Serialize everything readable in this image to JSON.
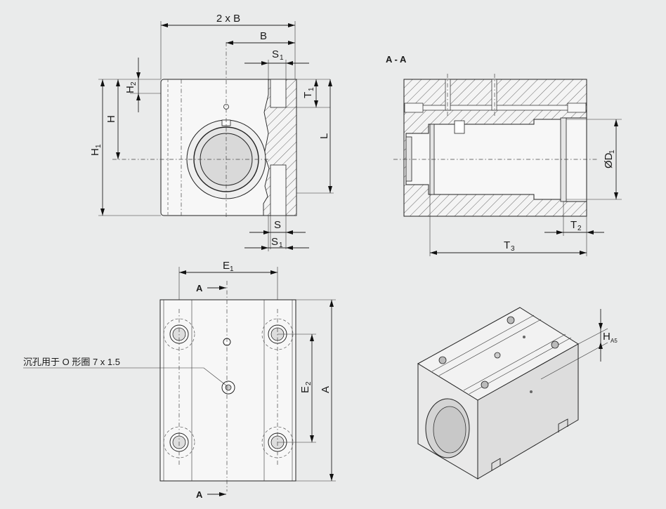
{
  "labels": {
    "two_b": "2 x B",
    "b": "B",
    "s1_top_main": "S",
    "s1_top_sub": "1",
    "t1_main": "T",
    "t1_sub": "1",
    "h2_main": "H",
    "h2_sub": "2",
    "h": "H",
    "h1_main": "H",
    "h1_sub": "1",
    "l": "L",
    "s": "S",
    "s1_bot_main": "S",
    "s1_bot_sub": "1",
    "section_title": "A - A",
    "d1_main": "ØD",
    "d1_sub": "1",
    "t2_main": "T",
    "t2_sub": "2",
    "t3_main": "T",
    "t3_sub": "3",
    "e1_main": "E",
    "e1_sub": "1",
    "e2_main": "E",
    "e2_sub": "2",
    "a": "A",
    "section_a_top": "A",
    "section_a_bottom": "A",
    "ha5_main": "H",
    "ha5_sub": "A5",
    "oring_note": "沉孔用于 O 形圈 7 x 1.5"
  },
  "colors": {
    "background": "#eaebeb",
    "part_fill": "#f7f7f7",
    "line": "#222222"
  }
}
